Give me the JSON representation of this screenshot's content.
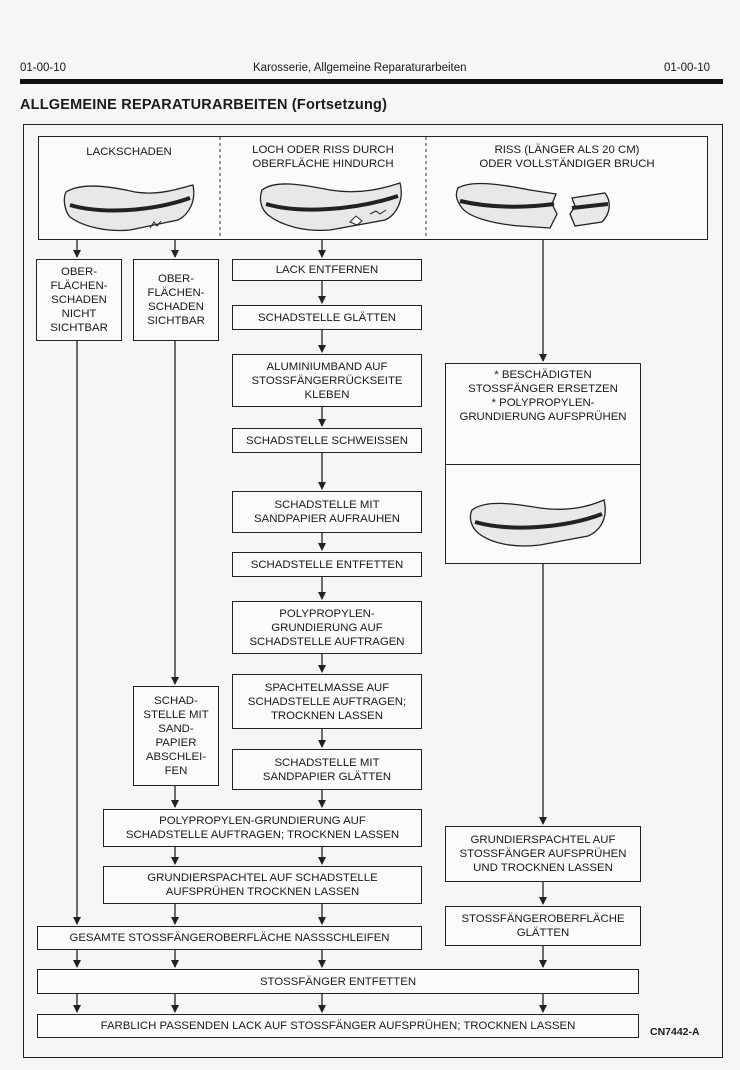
{
  "page": {
    "code_left": "01-00-10",
    "chapter": "Karosserie, Allgemeine Reparaturarbeiten",
    "code_right": "01-00-10",
    "section_title": "ALLGEMEINE REPARATURARBEITEN (Fortsetzung)",
    "figure_code": "CN7442-A"
  },
  "diagram": {
    "header_cells": [
      {
        "label": "LACKSCHADEN"
      },
      {
        "label": "LOCH ODER RISS DURCH\nOBERFLÄCHE HINDURCH"
      },
      {
        "label": "RISS (LÄNGER ALS 20 CM)\nODER VOLLSTÄNDIGER BRUCH"
      }
    ],
    "steps": {
      "not_visible": "OBER-\nFLÄCHEN-\nSCHADEN\nNICHT\nSICHTBAR",
      "visible": "OBER-\nFLÄCHEN-\nSCHADEN\nSICHTBAR",
      "remove_paint": "LACK ENTFERNEN",
      "smooth_damage": "SCHADSTELLE GLÄTTEN",
      "aluminium_tape": "ALUMINIUMBAND AUF\nSTOSSFÄNGERRÜCKSEITE\nKLEBEN",
      "weld": "SCHADSTELLE SCHWEISSEN",
      "roughen": "SCHADSTELLE MIT\nSANDPAPIER AUFRAUHEN",
      "degrease_damage": "SCHADSTELLE ENTFETTEN",
      "pp_primer_apply": "POLYPROPYLEN-\nGRUNDIERUNG AUF\nSCHADSTELLE AUFTRAGEN",
      "filler": "SPACHTELMASSE AUF\nSCHADSTELLE AUFTRAGEN;\nTROCKNEN LASSEN",
      "sand_smooth": "SCHADSTELLE MIT\nSANDPAPIER GLÄTTEN",
      "sand_off": "SCHAD-\nSTELLE MIT\nSAND-\nPAPIER\nABSCHLEI-\nFEN",
      "replace": "* BESCHÄDIGTEN\nSTOSSFÄNGER ERSETZEN\n* POLYPROPYLEN-\nGRUNDIERUNG AUFSPRÜHEN",
      "pp_primer_dry": "POLYPROPYLEN-GRUNDIERUNG AUF\nSCHADSTELLE AUFTRAGEN; TROCKNEN LASSEN",
      "primer_filler_spray": "GRUNDIERSPACHTEL AUF SCHADSTELLE\nAUFSPRÜHEN TROCKNEN LASSEN",
      "primer_filler_bumper": "GRUNDIERSPACHTEL AUF\nSTOSSFÄNGER AUFSPRÜHEN\nUND TROCKNEN LASSEN",
      "smooth_surface": "STOSSFÄNGEROBERFLÄCHE\nGLÄTTEN",
      "wet_sand": "GESAMTE STOSSFÄNGEROBERFLÄCHE NASSSCHLEIFEN",
      "degrease_bumper": "STOSSFÄNGER ENTFETTEN",
      "final_paint": "FARBLICH PASSENDEN LACK AUF STOSSFÄNGER AUFSPRÜHEN; TROCKNEN LASSEN"
    }
  }
}
